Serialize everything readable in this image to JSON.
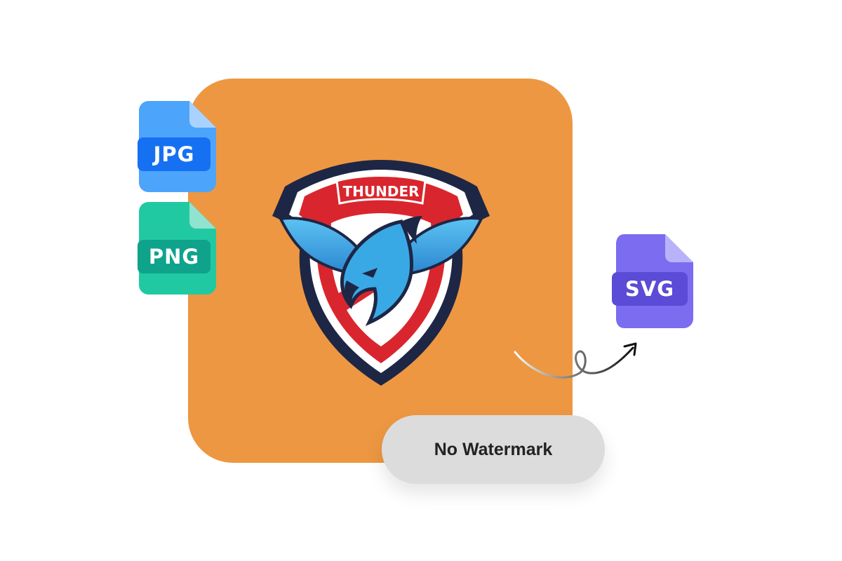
{
  "colors": {
    "orange": "#ED9742",
    "jpg_body": "#4DA4FB",
    "jpg_fold": "#A9D3FF",
    "jpg_label": "#1670F2",
    "png_body": "#21C9A2",
    "png_fold": "#8FE3CF",
    "png_label": "#0FA38C",
    "svg_body": "#7B6CF0",
    "svg_fold": "#B9B2FA",
    "svg_label": "#5B4BD6",
    "shield_navy": "#1E2645",
    "shield_red": "#D9262E",
    "wing_blue": "#39A9E6",
    "pill_bg": "#DCDCDC"
  },
  "files": {
    "jpg": "JPG",
    "png": "PNG",
    "svg": "SVG"
  },
  "logo": {
    "banner_text": "THUNDER"
  },
  "badge": {
    "label": "No Watermark"
  },
  "icons": {
    "conversion_arrow": "curly-arrow-icon",
    "logo": "thunder-eagle-shield-logo"
  }
}
